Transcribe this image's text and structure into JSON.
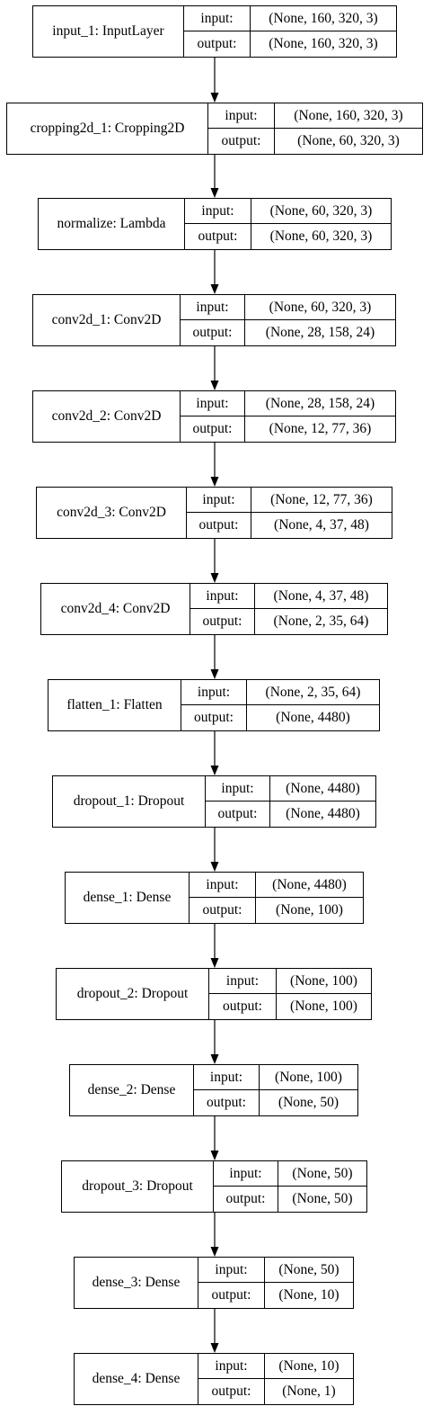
{
  "diagram": {
    "port_labels": {
      "input": "input:",
      "output": "output:"
    },
    "layers": [
      {
        "name": "input_1: InputLayer",
        "input": "(None, 160, 320, 3)",
        "output": "(None, 160, 320, 3)"
      },
      {
        "name": "cropping2d_1: Cropping2D",
        "input": "(None, 160, 320, 3)",
        "output": "(None, 60, 320, 3)"
      },
      {
        "name": "normalize: Lambda",
        "input": "(None, 60, 320, 3)",
        "output": "(None, 60, 320, 3)"
      },
      {
        "name": "conv2d_1: Conv2D",
        "input": "(None, 60, 320, 3)",
        "output": "(None, 28, 158, 24)"
      },
      {
        "name": "conv2d_2: Conv2D",
        "input": "(None, 28, 158, 24)",
        "output": "(None, 12, 77, 36)"
      },
      {
        "name": "conv2d_3: Conv2D",
        "input": "(None, 12, 77, 36)",
        "output": "(None, 4, 37, 48)"
      },
      {
        "name": "conv2d_4: Conv2D",
        "input": "(None, 4, 37, 48)",
        "output": "(None, 2, 35, 64)"
      },
      {
        "name": "flatten_1: Flatten",
        "input": "(None, 2, 35, 64)",
        "output": "(None, 4480)"
      },
      {
        "name": "dropout_1: Dropout",
        "input": "(None, 4480)",
        "output": "(None, 4480)"
      },
      {
        "name": "dense_1: Dense",
        "input": "(None, 4480)",
        "output": "(None, 100)"
      },
      {
        "name": "dropout_2: Dropout",
        "input": "(None, 100)",
        "output": "(None, 100)"
      },
      {
        "name": "dense_2: Dense",
        "input": "(None, 100)",
        "output": "(None, 50)"
      },
      {
        "name": "dropout_3: Dropout",
        "input": "(None, 50)",
        "output": "(None, 50)"
      },
      {
        "name": "dense_3: Dense",
        "input": "(None, 50)",
        "output": "(None, 10)"
      },
      {
        "name": "dense_4: Dense",
        "input": "(None, 10)",
        "output": "(None, 1)"
      }
    ]
  }
}
